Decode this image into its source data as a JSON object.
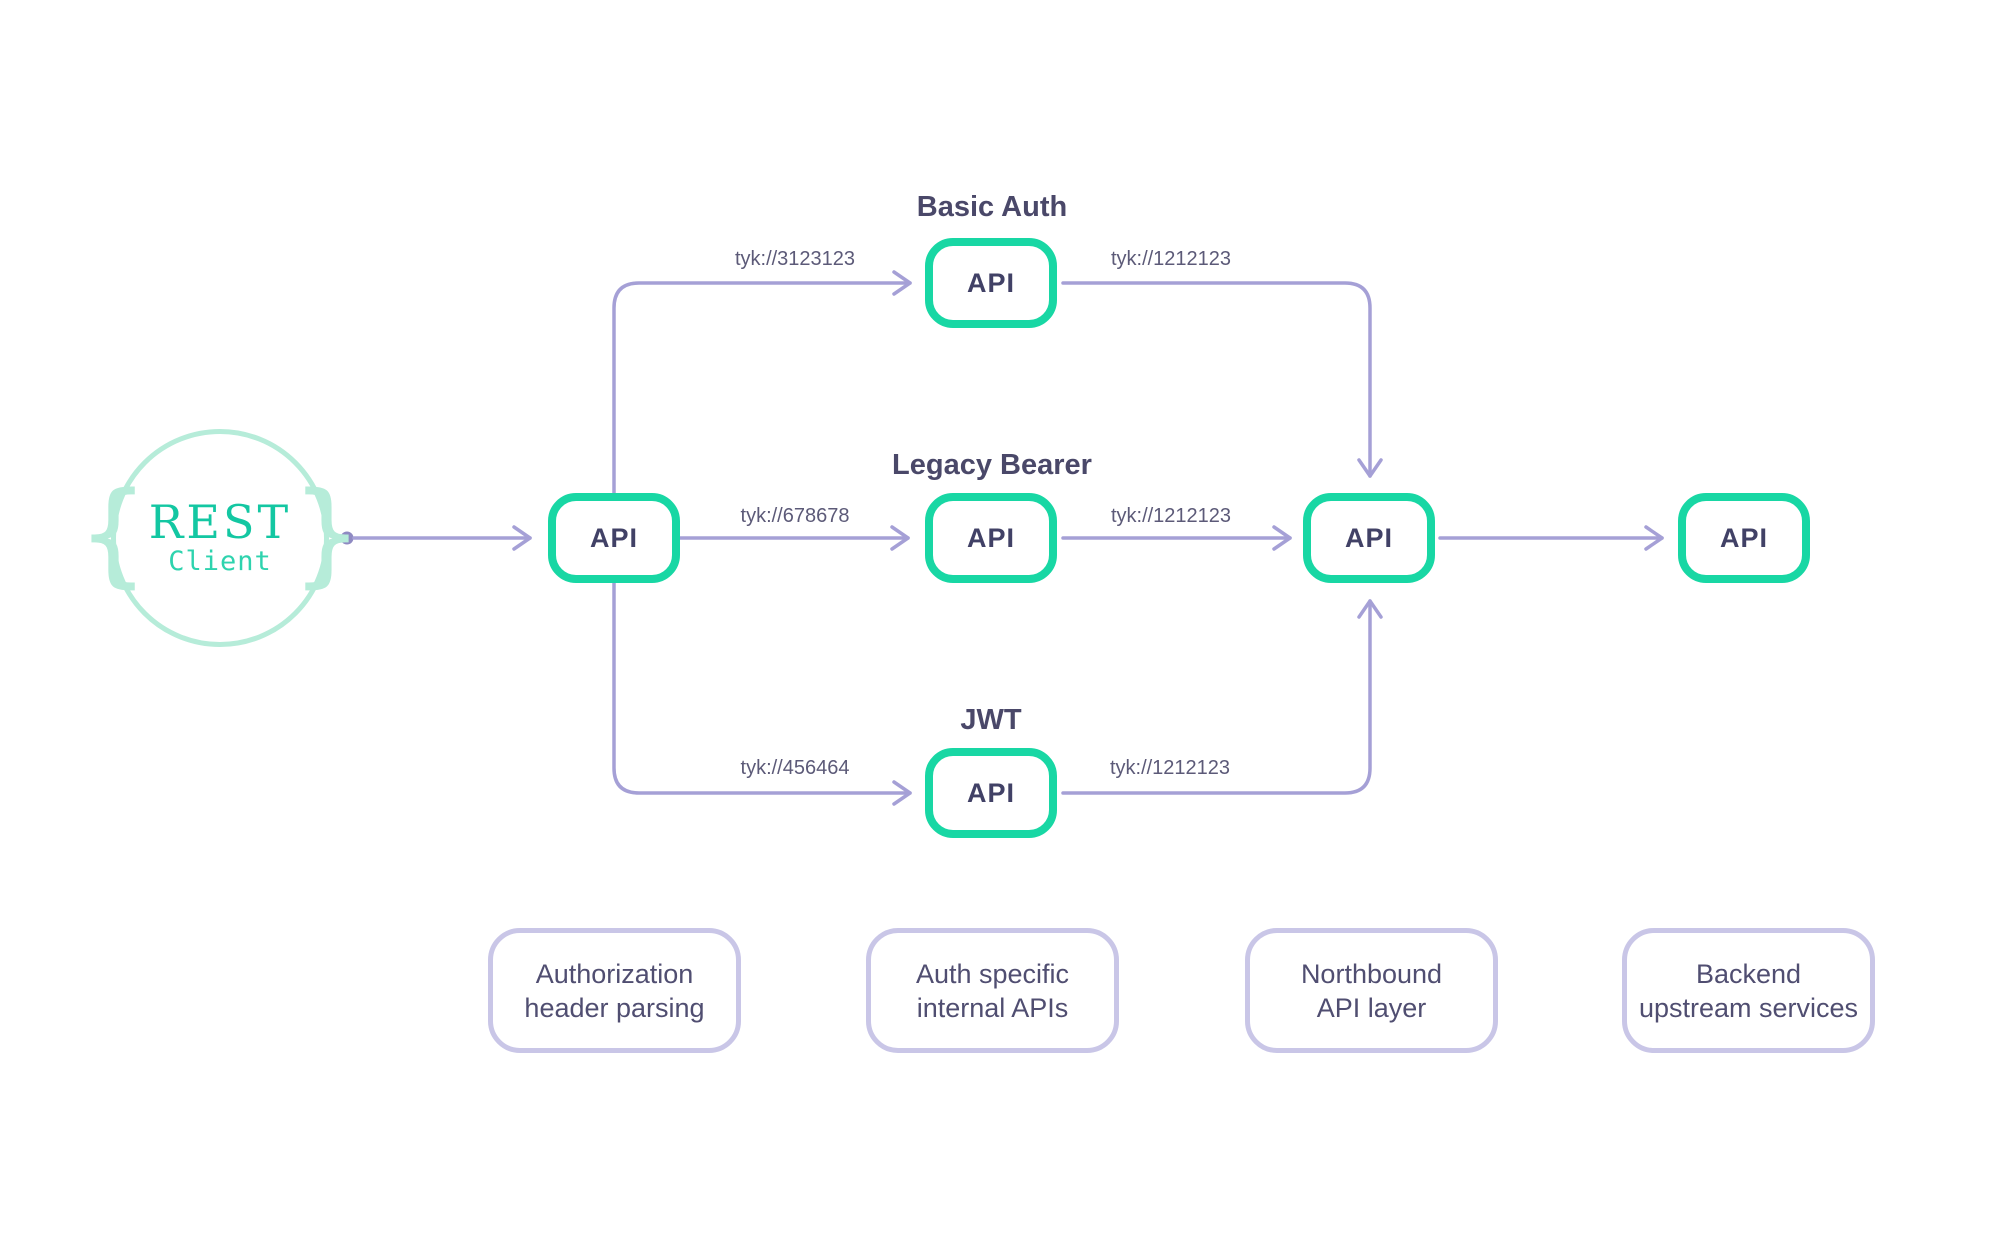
{
  "diagram": {
    "client": {
      "brace_left": "{",
      "brace_right": "}",
      "line1": "REST",
      "line2": "Client"
    },
    "nodes": {
      "gateway": "API",
      "basic_auth": "API",
      "legacy_bearer": "API",
      "jwt": "API",
      "northbound": "API",
      "backend": "API"
    },
    "auth_flows": [
      {
        "title": "Basic Auth",
        "in_label": "tyk://3123123",
        "out_label": "tyk://1212123"
      },
      {
        "title": "Legacy Bearer",
        "in_label": "tyk://678678",
        "out_label": "tyk://1212123"
      },
      {
        "title": "JWT",
        "in_label": "tyk://456464",
        "out_label": "tyk://1212123"
      }
    ],
    "legend": [
      {
        "line1": "Authorization",
        "line2": "header parsing"
      },
      {
        "line1": "Auth specific",
        "line2": "internal APIs"
      },
      {
        "line1": "Northbound",
        "line2": "API layer"
      },
      {
        "line1": "Backend",
        "line2": "upstream services"
      }
    ],
    "colors": {
      "node_border": "#18d7a4",
      "connector": "#a5a0d6",
      "connector_dot": "#8f8ac2",
      "legend_border": "#c9c6e7",
      "title_text": "#4a4869",
      "node_text": "#414166",
      "label_text": "#5c5a78",
      "legend_text": "#504e71",
      "client_teal": "#13c7a2",
      "client_teal_light": "#2ed3ae",
      "client_mint": "#b6ecd9"
    }
  }
}
